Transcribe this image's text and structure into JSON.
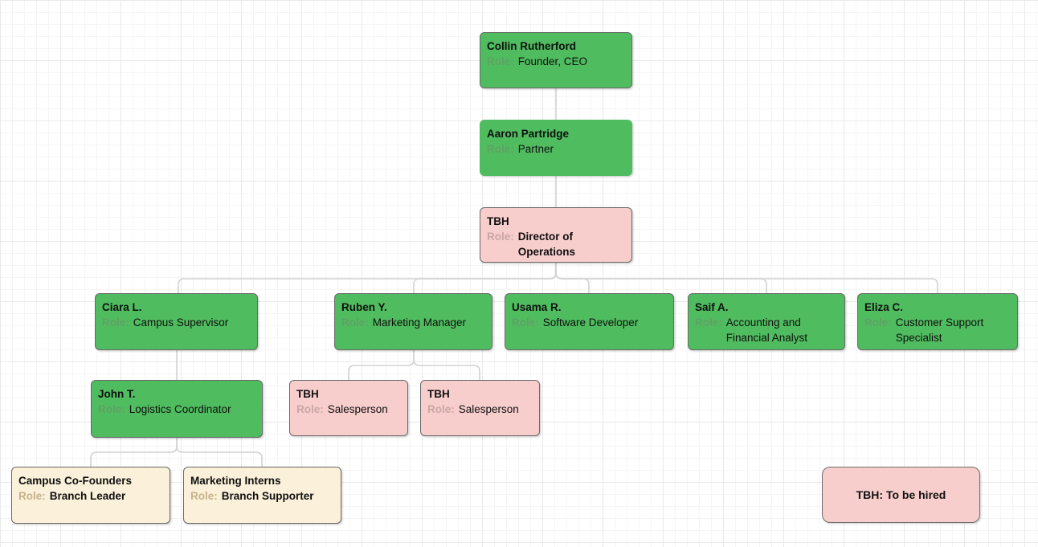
{
  "diagram": {
    "type": "org-chart",
    "colors": {
      "node_green": "#4fbc5f",
      "node_pink": "#f8cecc",
      "node_yellow": "#fbf1da",
      "connector": "#d2d2d2",
      "border": "#696969"
    }
  },
  "nodes": [
    {
      "id": "collin",
      "name": "Collin Rutherford",
      "role_label": "Role:",
      "role": "Founder, CEO"
    },
    {
      "id": "aaron",
      "name": "Aaron Partridge",
      "role_label": "Role:",
      "role": "Partner"
    },
    {
      "id": "director",
      "name": "TBH",
      "role_label": "Role:",
      "role": "Director of Operations"
    },
    {
      "id": "ciara",
      "name": "Ciara L.",
      "role_label": "Role:",
      "role": "Campus Supervisor"
    },
    {
      "id": "ruben",
      "name": "Ruben Y.",
      "role_label": "Role:",
      "role": "Marketing Manager"
    },
    {
      "id": "usama",
      "name": "Usama R.",
      "role_label": "Role:",
      "role": "Software Developer"
    },
    {
      "id": "saif",
      "name": "Saif A.",
      "role_label": "Role:",
      "role": "Accounting and Financial Analyst"
    },
    {
      "id": "eliza",
      "name": "Eliza C.",
      "role_label": "Role:",
      "role": "Customer Support Specialist"
    },
    {
      "id": "john",
      "name": "John T.",
      "role_label": "Role:",
      "role": "Logistics Coordinator"
    },
    {
      "id": "sales1",
      "name": "TBH",
      "role_label": "Role:",
      "role": "Salesperson"
    },
    {
      "id": "sales2",
      "name": "TBH",
      "role_label": "Role:",
      "role": "Salesperson"
    },
    {
      "id": "campus",
      "name": "Campus Co-Founders",
      "role_label": "Role:",
      "role": "Branch Leader"
    },
    {
      "id": "interns",
      "name": "Marketing Interns",
      "role_label": "Role:",
      "role": "Branch Supporter"
    }
  ],
  "edges": [
    {
      "from": "collin",
      "to": "aaron"
    },
    {
      "from": "aaron",
      "to": "director"
    },
    {
      "from": "director",
      "to": "ciara"
    },
    {
      "from": "director",
      "to": "ruben"
    },
    {
      "from": "director",
      "to": "usama"
    },
    {
      "from": "director",
      "to": "saif"
    },
    {
      "from": "director",
      "to": "eliza"
    },
    {
      "from": "ciara",
      "to": "john"
    },
    {
      "from": "ruben",
      "to": "sales1"
    },
    {
      "from": "ruben",
      "to": "sales2"
    },
    {
      "from": "john",
      "to": "campus"
    },
    {
      "from": "john",
      "to": "interns"
    }
  ],
  "legend": {
    "label": "TBH: To be hired"
  }
}
